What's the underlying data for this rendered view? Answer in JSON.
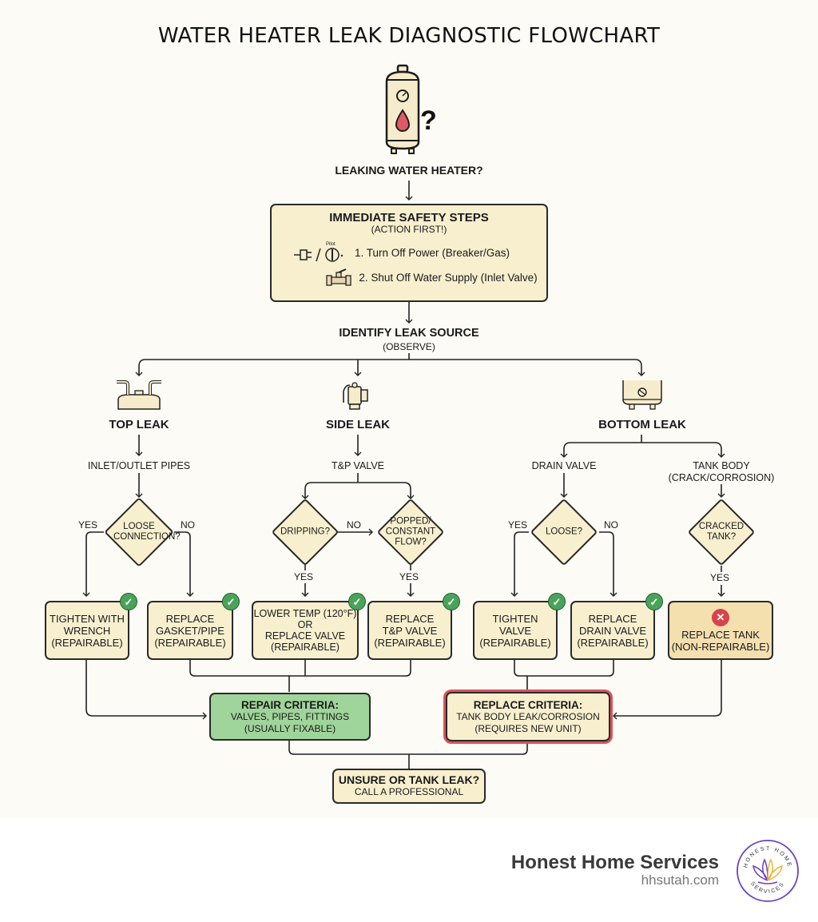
{
  "title": "WATER HEATER LEAK DIAGNOSTIC FLOWCHART",
  "start": {
    "label": "LEAKING WATER HEATER?",
    "icon": "water-heater-question-icon"
  },
  "safety": {
    "heading": "IMMEDIATE SAFETY STEPS",
    "subheading": "(ACTION FIRST!)",
    "pilot_label": "Pilot",
    "step1": "1. Turn Off Power (Breaker/Gas)",
    "step2": "2. Shut Off Water Supply (Inlet Valve)"
  },
  "identify": {
    "heading": "IDENTIFY LEAK SOURCE",
    "sub": "(OBSERVE)"
  },
  "branches": {
    "top": {
      "label": "TOP LEAK",
      "source": "INLET/OUTLET PIPES",
      "question": "LOOSE CONNECTION?",
      "yes": "YES",
      "no": "NO",
      "yes_action": [
        "TIGHTEN WITH",
        "WRENCH",
        "(REPAIRABLE)"
      ],
      "no_action": [
        "REPLACE",
        "GASKET/PIPE",
        "(REPAIRABLE)"
      ]
    },
    "side": {
      "label": "SIDE LEAK",
      "source": "T&P VALVE",
      "question1": "DRIPPING?",
      "question2": [
        "POPPED/",
        "CONSTANT",
        "FLOW?"
      ],
      "no": "NO",
      "yes1": "YES",
      "yes2": "YES",
      "action1": [
        "LOWER TEMP (120°F)",
        "OR",
        "REPLACE VALVE",
        "(REPAIRABLE)"
      ],
      "action2": [
        "REPLACE",
        "T&P VALVE",
        "(REPAIRABLE)"
      ]
    },
    "bottom": {
      "label": "BOTTOM LEAK",
      "drain": {
        "source": "DRAIN VALVE",
        "question": "LOOSE?",
        "yes": "YES",
        "no": "NO",
        "yes_action": [
          "TIGHTEN",
          "VALVE",
          "(REPAIRABLE)"
        ],
        "no_action": [
          "REPLACE",
          "DRAIN VALVE",
          "(REPAIRABLE)"
        ]
      },
      "tank": {
        "source": [
          "TANK BODY",
          "(CRACK/CORROSION)"
        ],
        "question": [
          "CRACKED",
          "TANK?"
        ],
        "yes": "YES",
        "action": [
          "REPLACE TANK",
          "(NON-REPAIRABLE)"
        ]
      }
    }
  },
  "repair_criteria": {
    "heading": "REPAIR CRITERIA:",
    "line1": "VALVES, PIPES, FITTINGS",
    "line2": "(USUALLY FIXABLE)"
  },
  "replace_criteria": {
    "heading": "REPLACE CRITERIA:",
    "line1": "TANK BODY LEAK/CORROSION",
    "line2": "(REQUIRES NEW UNIT)"
  },
  "final": {
    "heading": "UNSURE OR TANK LEAK?",
    "sub": "CALL A PROFESSIONAL"
  },
  "footer": {
    "brand": "Honest Home Services",
    "url": "hhsutah.com",
    "logo_top": "HONEST HOME",
    "logo_bottom": "SERVICES"
  },
  "colors": {
    "box_fill": "#f8efcf",
    "repair_green": "#9fd49a",
    "replace_red": "#d9434b",
    "check_green": "#4aa35a",
    "logo_purple": "#6a3fc1",
    "logo_gold": "#e8b53a"
  }
}
